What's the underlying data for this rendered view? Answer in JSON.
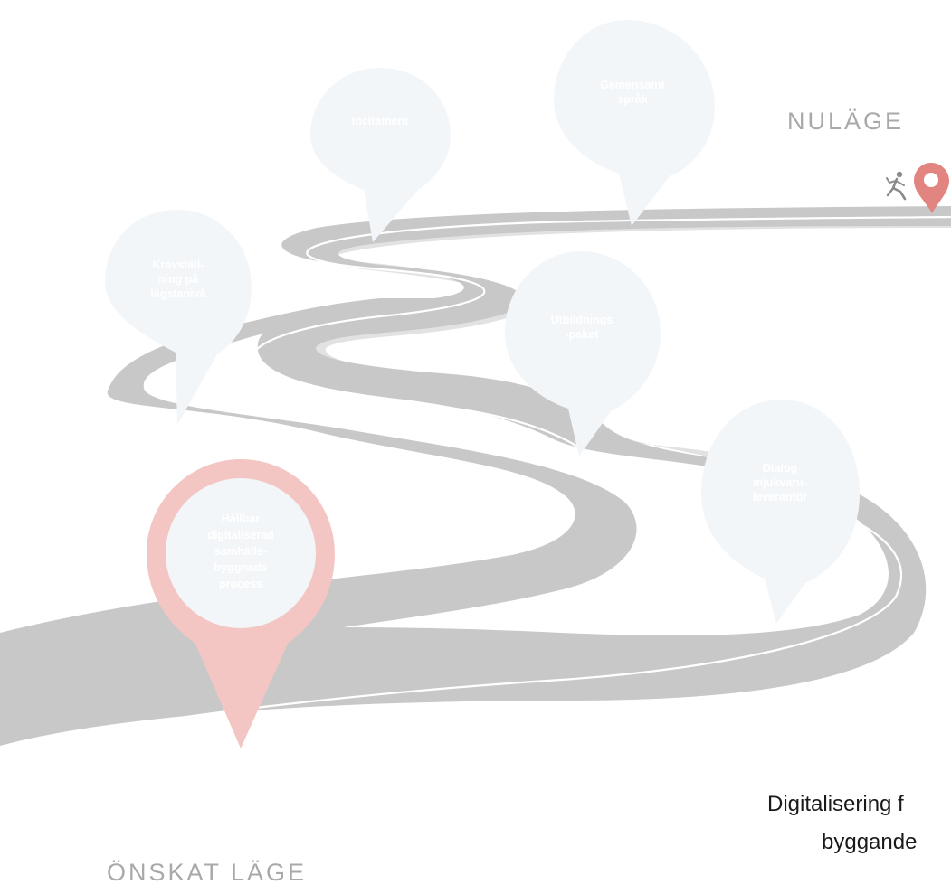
{
  "labels": {
    "current": "NULÄGE",
    "desired": "ÖNSKAT LÄGE"
  },
  "caption": {
    "line1": "Digitalisering f",
    "line2": "byggande"
  },
  "pins": [
    {
      "id": "incitament",
      "lines": [
        "Incitament"
      ]
    },
    {
      "id": "gemensamt",
      "lines": [
        "Gemensamt",
        "språk"
      ]
    },
    {
      "id": "kravstallning",
      "lines": [
        "Kravställ-",
        "ning på",
        "lägstanivå"
      ]
    },
    {
      "id": "utbildning",
      "lines": [
        "Utbildnings",
        "-paket"
      ]
    },
    {
      "id": "dialog",
      "lines": [
        "Dialog",
        "mjukvaru-",
        "leverantör"
      ]
    },
    {
      "id": "hallbar",
      "lines": [
        "Hållbar",
        "digitaliserad",
        "samhälls-",
        "byggnads",
        "process"
      ]
    }
  ],
  "colors": {
    "road": "#c8c8c9",
    "road_edge": "#dcdcdd",
    "center_line": "#ffffff",
    "pin_fill": "#f3f6f9",
    "highlight_pin": "#f3c6c4",
    "marker": "#e28581",
    "runner": "#8a8a8a",
    "label_gray": "#a9a9a9"
  },
  "icons": {
    "runner": "runner-icon",
    "marker": "location-marker-icon"
  }
}
